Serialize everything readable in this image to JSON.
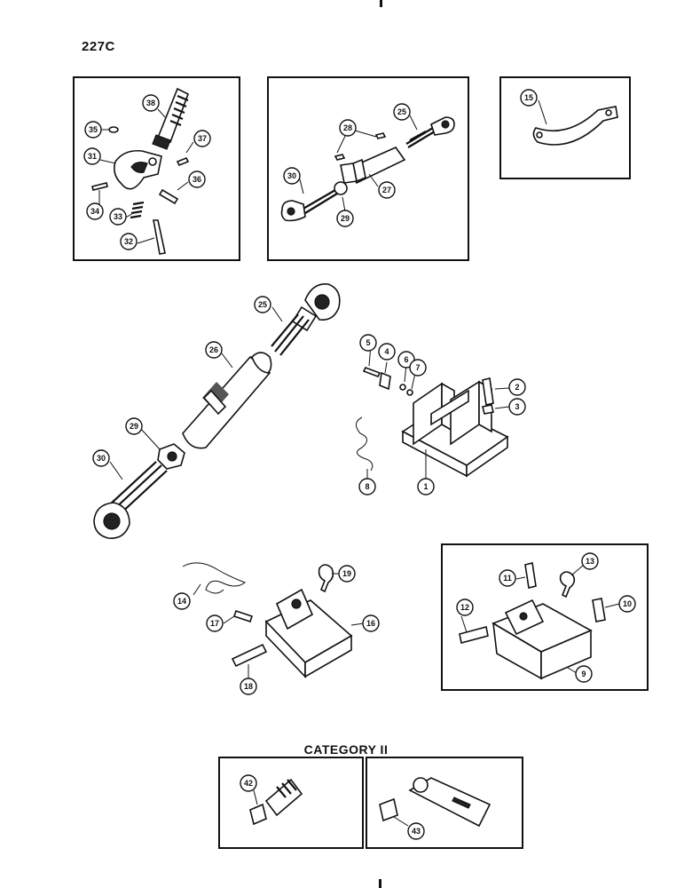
{
  "header": {
    "page_code": "227C"
  },
  "category_title": "CATEGORY II",
  "callouts": {
    "c1": "1",
    "c2": "2",
    "c3": "3",
    "c4": "4",
    "c5": "5",
    "c6": "6",
    "c7": "7",
    "c8": "8",
    "c9": "9",
    "c10": "10",
    "c11": "11",
    "c12": "12",
    "c13": "13",
    "c14": "14",
    "c15": "15",
    "c16": "16",
    "c17": "17",
    "c18": "18",
    "c19": "19",
    "c25a": "25",
    "c25b": "25",
    "c26": "26",
    "c27": "27",
    "c28": "28",
    "c29a": "29",
    "c29b": "29",
    "c30a": "30",
    "c30b": "30",
    "c31": "31",
    "c32": "32",
    "c33": "33",
    "c34": "34",
    "c35": "35",
    "c36": "36",
    "c37": "37",
    "c38": "38",
    "c42": "42",
    "c43": "43"
  }
}
